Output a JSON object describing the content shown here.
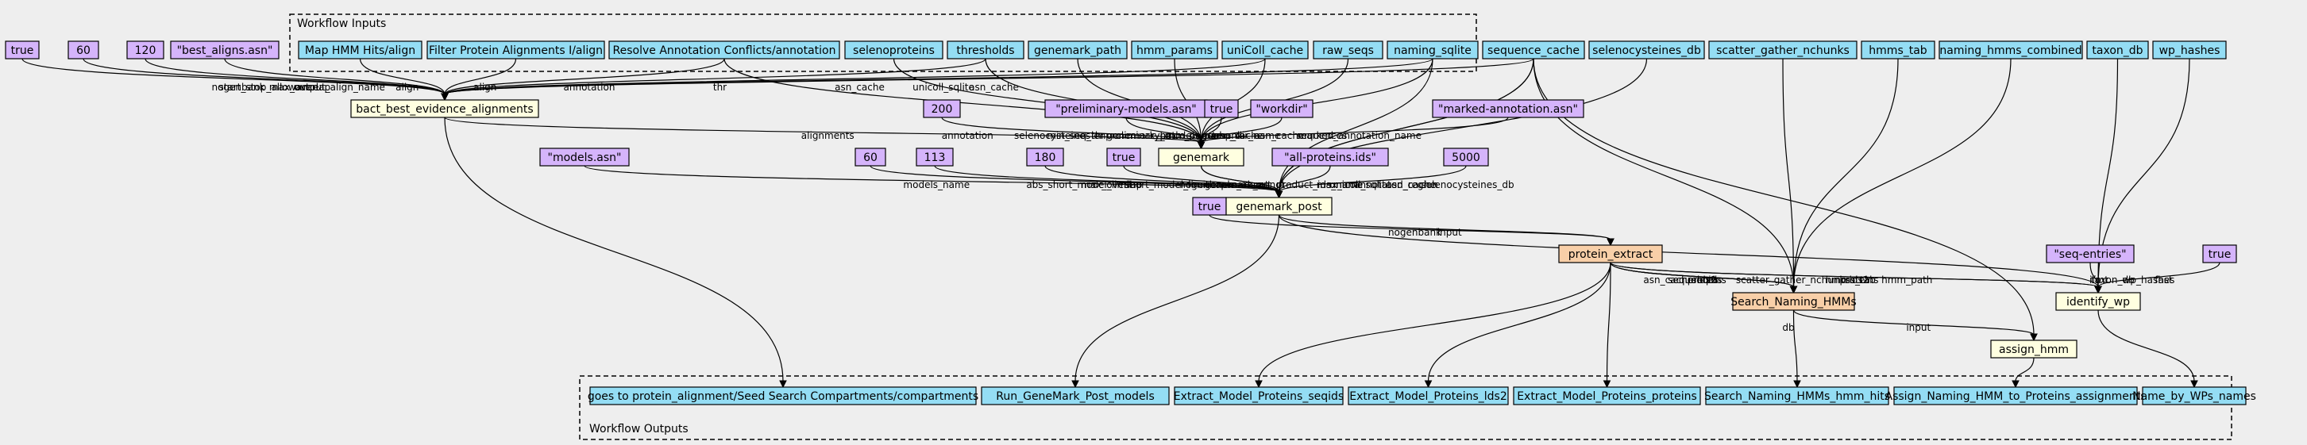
{
  "colors": {
    "background": "#eeeeee",
    "io": "#94ddf4",
    "constant": "#d5b4fb",
    "step": "#ffffe0",
    "subworkflow": "#f8cfa8",
    "border": "#000000"
  },
  "clusters": [
    {
      "id": "inputs",
      "label": "Workflow Inputs"
    },
    {
      "id": "outputs",
      "label": "Workflow Outputs"
    }
  ],
  "nodes": {
    "in_map": "Map HMM Hits/align",
    "in_filter": "Filter Protein Alignments I/align",
    "in_resolve": "Resolve Annotation Conflicts/annotation",
    "in_selenoproteins": "selenoproteins",
    "in_thresholds": "thresholds",
    "in_genemark_path": "genemark_path",
    "in_hmm_params": "hmm_params",
    "in_unicoll": "uniColl_cache",
    "in_raw_seqs": "raw_seqs",
    "in_naming_sqlite": "naming_sqlite",
    "in_sequence_cache": "sequence_cache",
    "in_selenocysteines": "selenocysteines_db",
    "in_scatter": "scatter_gather_nchunks",
    "in_hmms_tab": "hmms_tab",
    "in_naming_hmms": "naming_hmms_combined",
    "in_taxon": "taxon_db",
    "in_wp_hashes": "wp_hashes",
    "c_true1": "true",
    "c_60a": "60",
    "c_120": "120",
    "c_best_aligns": "\"best_aligns.asn\"",
    "c_200": "200",
    "c_prelim": "\"preliminary-models.asn\"",
    "c_true2": "true",
    "c_workdir": "\"workdir\"",
    "c_marked": "\"marked-annotation.asn\"",
    "c_models": "\"models.asn\"",
    "c_60b": "60",
    "c_113": "113",
    "c_180": "180",
    "c_true3": "true",
    "c_all_proteins": "\"all-proteins.ids\"",
    "c_5000": "5000",
    "c_true4": "true",
    "c_seq_entries": "\"seq-entries\"",
    "c_true5": "true",
    "s_bact": "bact_best_evidence_alignments",
    "s_genemark": "genemark",
    "s_genemark_post": "genemark_post",
    "s_protein_extract": "protein_extract",
    "s_search": "Search_Naming_HMMs",
    "s_identify": "identify_wp",
    "s_assign": "assign_hmm",
    "out_compartments": "goes to protein_alignment/Seed Search Compartments/compartments",
    "out_run_genemark": "Run_GeneMark_Post_models",
    "out_seqids": "Extract_Model_Proteins_seqids",
    "out_lds2": "Extract_Model_Proteins_lds2",
    "out_proteins": "Extract_Model_Proteins_proteins",
    "out_hmm_hits": "Search_Naming_HMMs_hmm_hits",
    "out_assign": "Assign_Naming_HMM_to_Proteins_assignments",
    "out_name_by_wps": "Name_by_WPs_names"
  },
  "edges": [
    {
      "from": "c_true1",
      "to": "s_bact",
      "label": "nogenbank"
    },
    {
      "from": "c_60a",
      "to": "s_bact",
      "label": "start_stop_allowance"
    },
    {
      "from": "c_120",
      "to": "s_bact",
      "label": "max_overlap"
    },
    {
      "from": "c_best_aligns",
      "to": "s_bact",
      "label": "output_align_name"
    },
    {
      "from": "in_map",
      "to": "s_bact",
      "label": "align"
    },
    {
      "from": "in_filter",
      "to": "s_bact",
      "label": "align"
    },
    {
      "from": "in_resolve",
      "to": "s_bact",
      "label": "annotation"
    },
    {
      "from": "in_thresholds",
      "to": "s_bact",
      "label": "thr"
    },
    {
      "from": "in_unicoll",
      "to": "s_bact",
      "label": "asn_cache"
    },
    {
      "from": "in_naming_sqlite",
      "to": "s_bact",
      "label": "unicoll_sqlite"
    },
    {
      "from": "in_sequence_cache",
      "to": "s_bact",
      "label": "asn_cache"
    },
    {
      "from": "s_bact",
      "to": "s_genemark",
      "label": "alignments"
    },
    {
      "from": "in_selenoproteins",
      "to": "s_genemark",
      "label": "selenocysteines"
    },
    {
      "from": "in_resolve",
      "to": "s_genemark",
      "label": "annotation"
    },
    {
      "from": "in_genemark_path",
      "to": "s_genemark",
      "label": "genemark_path"
    },
    {
      "from": "in_hmm_params",
      "to": "s_genemark",
      "label": "hmm_params"
    },
    {
      "from": "in_thresholds",
      "to": "s_genemark",
      "label": "thr"
    },
    {
      "from": "c_200",
      "to": "s_genemark",
      "label": "min_seq_len"
    },
    {
      "from": "in_unicoll",
      "to": "s_genemark",
      "label": "asn_cache"
    },
    {
      "from": "c_prelim",
      "to": "s_genemark",
      "label": "preliminary_models_name"
    },
    {
      "from": "c_true2",
      "to": "s_genemark",
      "label": "nogenbank"
    },
    {
      "from": "c_workdir",
      "to": "s_genemark",
      "label": "tmp_dir_name"
    },
    {
      "from": "in_raw_seqs",
      "to": "s_genemark",
      "label": "asn_cache"
    },
    {
      "from": "in_naming_sqlite",
      "to": "s_genemark",
      "label": "sequences"
    },
    {
      "from": "c_marked",
      "to": "s_genemark",
      "label": "marked_annotation_name"
    },
    {
      "from": "c_models",
      "to": "s_genemark_post",
      "label": "models_name"
    },
    {
      "from": "c_60b",
      "to": "s_genemark_post",
      "label": "abs_short_model_limit"
    },
    {
      "from": "c_113",
      "to": "s_genemark_post",
      "label": "max_overlap"
    },
    {
      "from": "c_180",
      "to": "s_genemark_post",
      "label": "short_model_limit"
    },
    {
      "from": "c_true3",
      "to": "s_genemark_post",
      "label": "nogenbank"
    },
    {
      "from": "s_genemark",
      "to": "s_genemark_post",
      "label": "pre_annot"
    },
    {
      "from": "s_genemark",
      "to": "s_genemark_post",
      "label": "genemark_annot"
    },
    {
      "from": "c_all_proteins",
      "to": "s_genemark_post",
      "label": "out_product_ids_name"
    },
    {
      "from": "c_5000",
      "to": "s_genemark_post",
      "label": "max_unannotated_region"
    },
    {
      "from": "in_sequence_cache",
      "to": "s_genemark_post",
      "label": "asn_cache"
    },
    {
      "from": "in_naming_sqlite",
      "to": "s_genemark_post",
      "label": "unicoll_sqlite"
    },
    {
      "from": "in_sequence_cache",
      "to": "s_genemark_post",
      "label": "asn_cache"
    },
    {
      "from": "in_selenocysteines",
      "to": "s_genemark_post",
      "label": "selenocysteines_db"
    },
    {
      "from": "c_true4",
      "to": "s_protein_extract",
      "label": "nogenbank"
    },
    {
      "from": "s_genemark_post",
      "to": "s_protein_extract",
      "label": "input"
    },
    {
      "from": "s_genemark_post",
      "to": "s_identify",
      "label": "sequences"
    },
    {
      "from": "in_sequence_cache",
      "to": "s_search",
      "label": "asn_cache"
    },
    {
      "from": "in_scatter",
      "to": "s_search",
      "label": "scatter_gather_nchunks"
    },
    {
      "from": "in_hmms_tab",
      "to": "s_search",
      "label": "hmms_tab"
    },
    {
      "from": "in_naming_hmms",
      "to": "s_search",
      "label": "hmm_path"
    },
    {
      "from": "s_protein_extract",
      "to": "s_search",
      "label": "proteins"
    },
    {
      "from": "s_protein_extract",
      "to": "s_search",
      "label": "lds2"
    },
    {
      "from": "s_protein_extract",
      "to": "s_search",
      "label": "seqids"
    },
    {
      "from": "s_protein_extract",
      "to": "s_identify",
      "label": "proteins"
    },
    {
      "from": "s_protein_extract",
      "to": "s_identify",
      "label": "lds2"
    },
    {
      "from": "c_seq_entries",
      "to": "s_identify",
      "label": "ifmt"
    },
    {
      "from": "in_taxon",
      "to": "s_identify",
      "label": "taxon_db"
    },
    {
      "from": "in_wp_hashes",
      "to": "s_identify",
      "label": "wp_hashes"
    },
    {
      "from": "c_true5",
      "to": "s_identify",
      "label": "fast"
    },
    {
      "from": "s_search",
      "to": "s_assign",
      "label": "input"
    },
    {
      "from": "in_sequence_cache",
      "to": "s_assign",
      "label": "db"
    },
    {
      "from": "s_bact",
      "to": "out_compartments",
      "label": ""
    },
    {
      "from": "s_genemark_post",
      "to": "out_run_genemark",
      "label": ""
    },
    {
      "from": "s_protein_extract",
      "to": "out_seqids",
      "label": ""
    },
    {
      "from": "s_protein_extract",
      "to": "out_lds2",
      "label": ""
    },
    {
      "from": "s_protein_extract",
      "to": "out_proteins",
      "label": ""
    },
    {
      "from": "s_search",
      "to": "out_hmm_hits",
      "label": ""
    },
    {
      "from": "s_assign",
      "to": "out_assign",
      "label": ""
    },
    {
      "from": "s_identify",
      "to": "out_name_by_wps",
      "label": ""
    }
  ]
}
